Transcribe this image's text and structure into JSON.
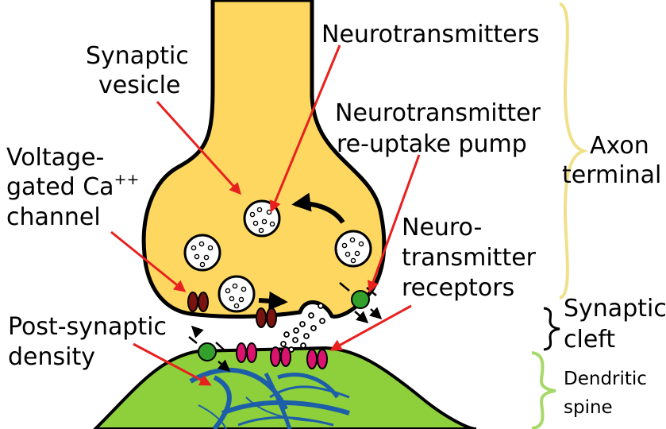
{
  "colors": {
    "axon_fill": "#fdd75f",
    "spine_fill": "#8ecf3c",
    "red_arrow": "#e8211f",
    "receptor": "#d9136e",
    "ca_channel": "#7a1410",
    "pump": "#33a02c",
    "filament": "#1c5fa8",
    "brace_axon": "#f1e08a",
    "brace_spine": "#a6d96a"
  },
  "labels": {
    "neurotransmitters": "Neurotransmitters",
    "synaptic_vesicle": [
      "Synaptic",
      "vesicle"
    ],
    "reuptake_pump": [
      "Neurotransmitter",
      "re-uptake pump"
    ],
    "ca_channel": {
      "line1": "Voltage-",
      "line2": "gated Ca",
      "sup": "++",
      "line3": "channel"
    },
    "receptors": [
      "Neuro-",
      "transmitter",
      "receptors"
    ],
    "post_synaptic_density": [
      "Post-synaptic",
      "density"
    ]
  },
  "regions": {
    "axon_terminal": [
      "Axon",
      "terminal"
    ],
    "synaptic_cleft": [
      "Synaptic",
      "cleft"
    ],
    "dendritic_spine": [
      "Dendritic",
      "spine"
    ]
  }
}
